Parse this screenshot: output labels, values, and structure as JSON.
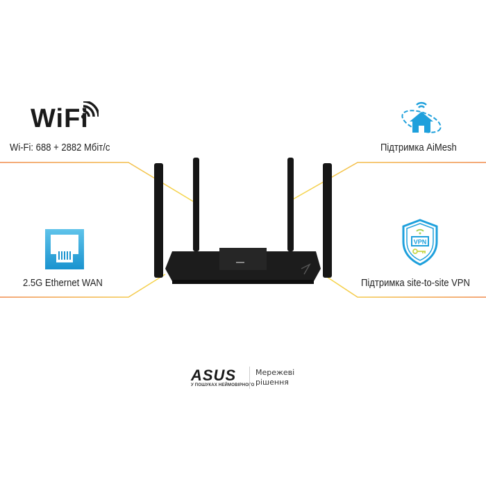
{
  "features": {
    "wifi": {
      "logo_text": "WiFi",
      "label": "Wi-Fi: 688 + 2882 Мбіт/с",
      "icon": "wifi-logo-icon"
    },
    "aimesh": {
      "label": "Підтримка AiMesh",
      "icon": "aimesh-house-icon"
    },
    "wan": {
      "label": "2.5G Ethernet WAN",
      "icon": "ethernet-port-icon"
    },
    "vpn": {
      "label": "Підтримка site-to-site VPN",
      "icon": "vpn-shield-icon",
      "badge": "VPN"
    }
  },
  "product": {
    "image": "router-image",
    "antenna_count": 4,
    "color": "#1a1a1a"
  },
  "brand": {
    "logo": "ASUS",
    "tagline": "У ПОШУКАХ НЕЙМОВІРНОГО",
    "subtitle_line1": "Мережеві",
    "subtitle_line2": "рішення"
  },
  "colors": {
    "line_start": "#f08a4b",
    "line_end": "#f5d84a",
    "icon_blue": "#1ea0dc",
    "text": "#222222"
  }
}
